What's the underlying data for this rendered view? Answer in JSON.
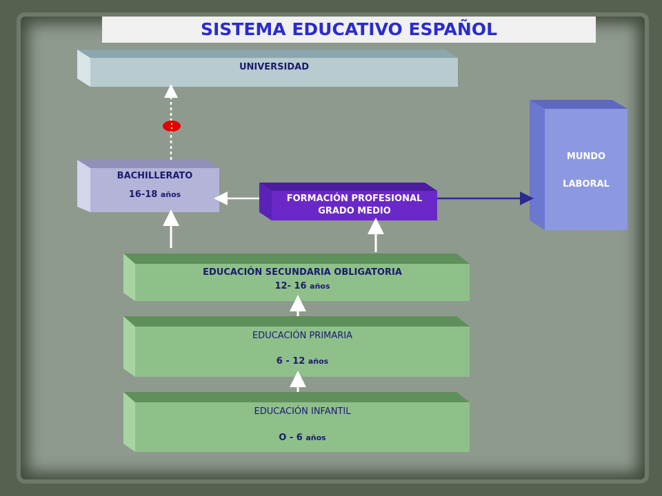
{
  "title": "SISTEMA EDUCATIVO ESPAÑOL",
  "universidad": {
    "label": "UNIVERSIDAD"
  },
  "bachillerato": {
    "label": "BACHILLERATO",
    "age": "16-18",
    "unit": "años"
  },
  "fp": {
    "line1": "FORMACIÓN PROFESIONAL",
    "line2": "GRADO MEDIO"
  },
  "mundo_laboral": {
    "line1": "MUNDO",
    "line2": "LABORAL"
  },
  "eso": {
    "label": "EDUCACIÓN SECUNDARIA OBLIGATORIA",
    "age": "12- 16",
    "unit": "años"
  },
  "primaria": {
    "label": "EDUCACIÓN PRIMARIA",
    "age": "6 - 12",
    "unit": "años"
  },
  "infantil": {
    "label": "EDUCACIÓN INFANTIL",
    "age": "O - 6",
    "unit": "años"
  },
  "colors": {
    "title_text": "#2b2bd0",
    "title_bg": "#f0f0f0",
    "universidad_face": "#b8cbcf",
    "universidad_top": "#8aa6ae",
    "bachillerato_face": "#b4b4d8",
    "fp_face": "#6a28c8",
    "fp_top": "#4b1ca0",
    "mundo_face": "#8c98e0",
    "mundo_side": "#5e68c0",
    "green_face": "#8fc08a",
    "green_top": "#5f8f5a",
    "green_side": "#a8d4a2",
    "dark_text": "#1a1a6e",
    "arrow_white": "#ffffff",
    "arrow_blue": "#2a2a90",
    "red_mark": "#e00000"
  }
}
